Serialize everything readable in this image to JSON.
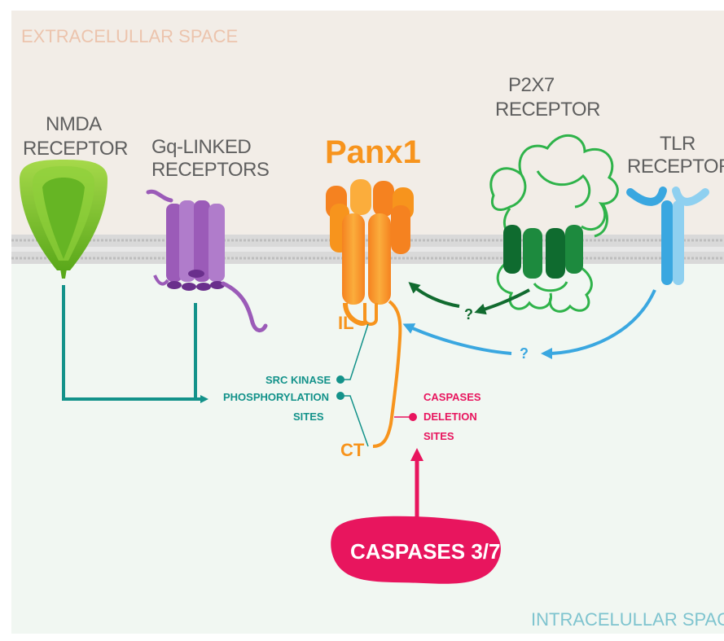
{
  "spaces": {
    "extracellular": "EXTRACELULLAR SPACE",
    "intracellular": "INTRACELULLAR SPACE"
  },
  "receptors": {
    "nmda": [
      "NMDA",
      "RECEPTOR"
    ],
    "gq": [
      "Gq-LINKED",
      "RECEPTORS"
    ],
    "p2x7": [
      "P2X7",
      "RECEPTOR"
    ],
    "tlr": [
      "TLR",
      "RECEPTORS"
    ]
  },
  "panx1": {
    "title": "Panx1",
    "il_label": "IL",
    "ct_label": "CT"
  },
  "sites": {
    "src_kinase": "SRC KINASE",
    "phosphorylation": "PHOSPHORYLATION",
    "sites": "SITES",
    "caspases": "CASPASES",
    "deletion": "DELETION",
    "caspase_sites": "SITES"
  },
  "unknown_marks": {
    "p2x7": "?",
    "tlr": "?"
  },
  "caspase_blob": "CASPASES 3/7",
  "colors": {
    "extracellular_bg": "#f2ede7",
    "intracellular_bg": "#f1f7f2",
    "teal": "#13928a",
    "panx_orange": "#f7941d",
    "pink": "#e8155e",
    "p2x7_green": "#2fb34a",
    "p2x7_dark": "#116b2f",
    "tlr_blue": "#3aa7e0",
    "nmda_green": "#7dc42b",
    "gq_purple": "#9b5bb8"
  }
}
